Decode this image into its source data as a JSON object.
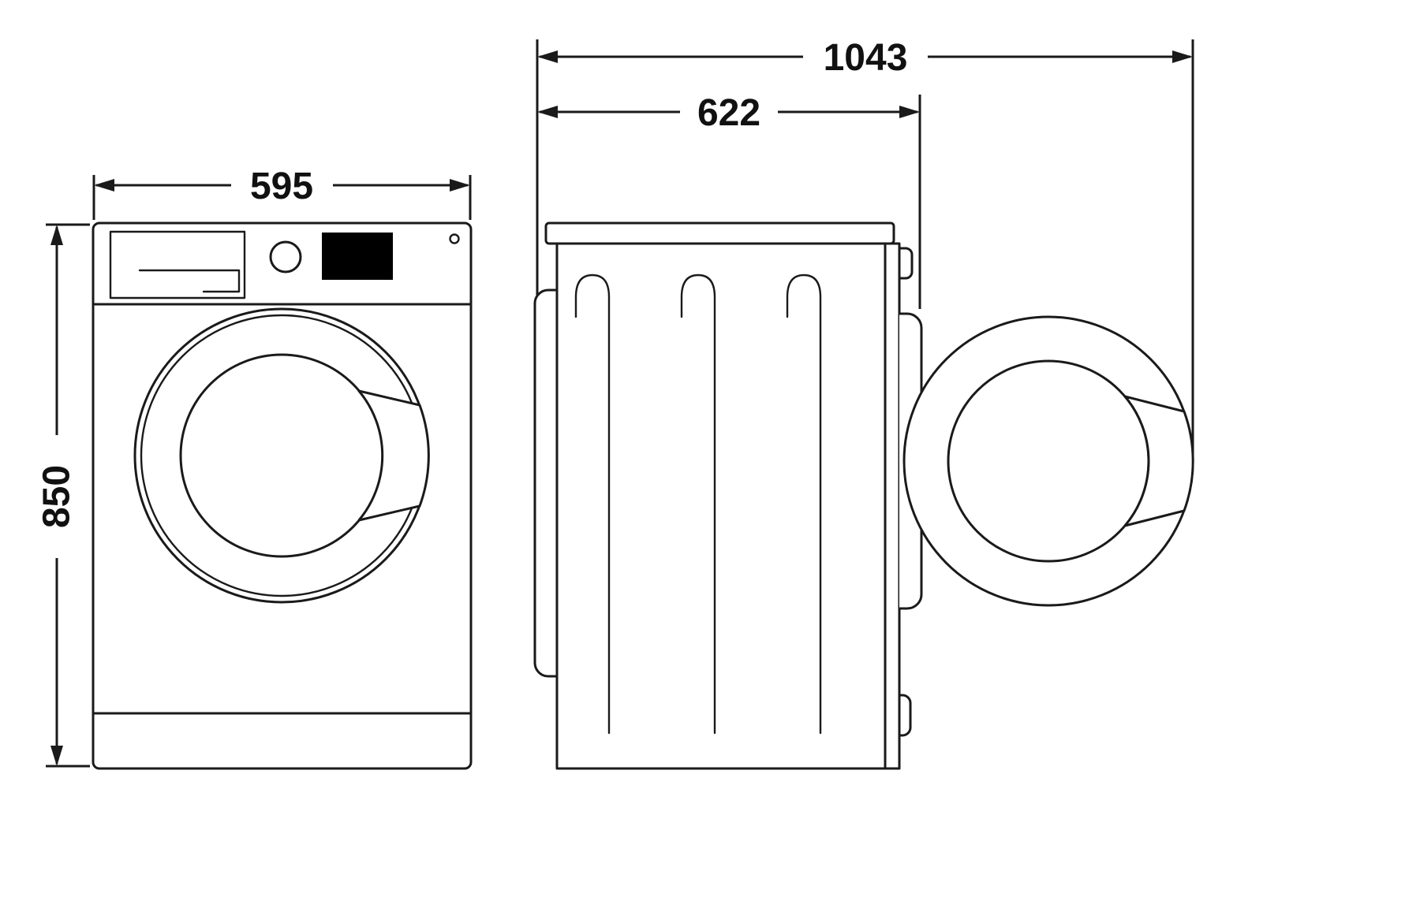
{
  "diagram": {
    "type": "technical-dimension-drawing",
    "subject": "front-loading washing machine",
    "unit": "mm",
    "views": [
      "front",
      "side-with-door-open"
    ],
    "labels": {
      "width": "595",
      "height": "850",
      "depth": "622",
      "depth_with_door_open": "1043"
    },
    "colors": {
      "line": "#1a1a1a",
      "display_fill": "#000000",
      "background": "#ffffff"
    }
  }
}
